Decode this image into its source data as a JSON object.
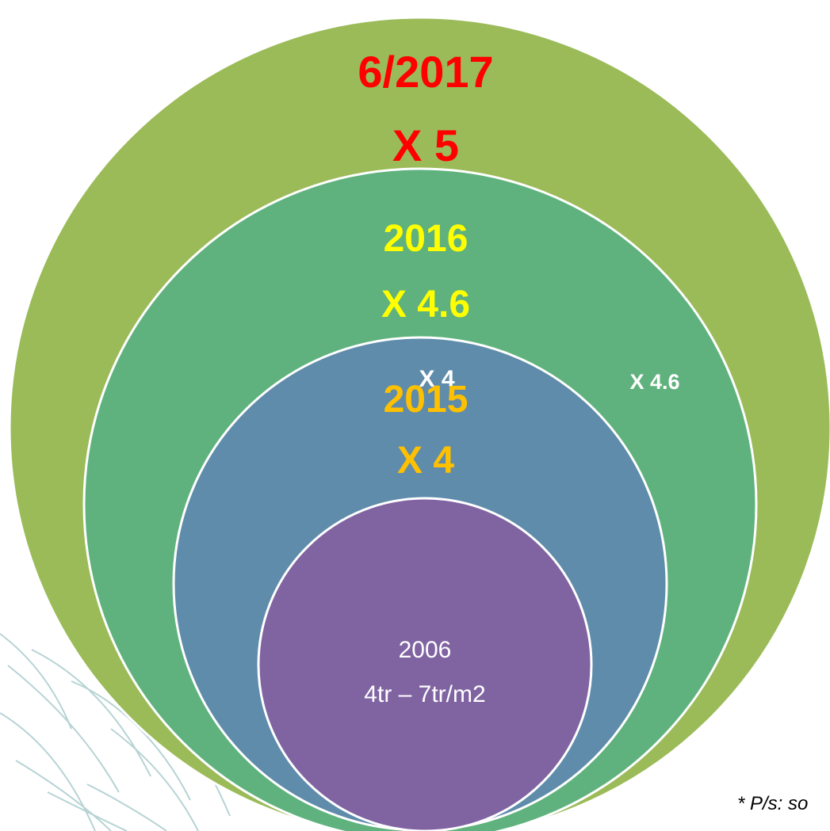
{
  "rings": {
    "outer": {
      "year": "6/2017",
      "multiplier": "X 5",
      "fill": "#9BBB59",
      "text_color": "#FF0000"
    },
    "second": {
      "year": "2016",
      "multiplier": "X 4.6",
      "fill": "#5FB27D",
      "text_color": "#FFFF00",
      "side_note": "X 4.6",
      "side_note_color": "#FFFFFF"
    },
    "third": {
      "year": "2015",
      "multiplier": "X 4",
      "fill": "#5F8CAB",
      "text_color": "#FFC000",
      "overlap_note": "X 4",
      "overlap_note_color": "#FFFFFF"
    },
    "inner": {
      "year": "2006",
      "price_range": "4tr – 7tr/m2",
      "fill": "#8064A2",
      "text_color": "#FFFFFF"
    }
  },
  "footnote": {
    "text": "* P/s: so"
  },
  "ring_border_color": "#FFFFFF",
  "watermark_color": "#B7D3D4"
}
